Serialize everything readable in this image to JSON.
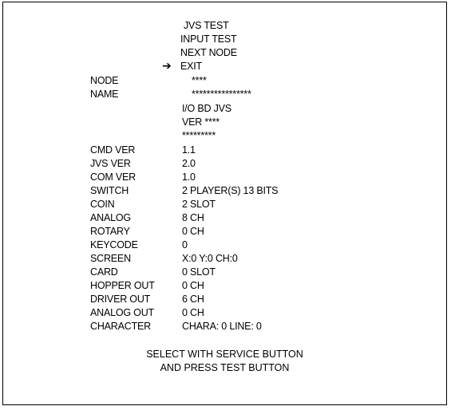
{
  "header": {
    "title": "JVS TEST"
  },
  "menu": {
    "items": [
      {
        "label": "INPUT TEST"
      },
      {
        "label": "NEXT NODE"
      },
      {
        "label": "EXIT"
      }
    ],
    "cursor_icon": "right-arrow-icon",
    "cursor_glyph": "➔"
  },
  "node_info": {
    "node_label": "NODE",
    "node_value": "****",
    "name_label": "NAME",
    "name_value": "****************",
    "name_line2": "I/O BD JVS",
    "name_line3": "VER ****",
    "name_line4": "*********"
  },
  "specs": [
    {
      "label": "CMD VER",
      "value": "1.1"
    },
    {
      "label": "JVS VER",
      "value": "2.0"
    },
    {
      "label": "COM VER",
      "value": "1.0"
    },
    {
      "label": "SWITCH",
      "value": "2 PLAYER(S) 13 BITS"
    },
    {
      "label": "COIN",
      "value": "2 SLOT"
    },
    {
      "label": "ANALOG",
      "value": "8 CH"
    },
    {
      "label": "ROTARY",
      "value": "0 CH"
    },
    {
      "label": "KEYCODE",
      "value": "0"
    },
    {
      "label": "SCREEN",
      "value": "X:0 Y:0 CH:0"
    },
    {
      "label": "CARD",
      "value": "0 SLOT"
    },
    {
      "label": "HOPPER OUT",
      "value": "0 CH"
    },
    {
      "label": "DRIVER OUT",
      "value": "6 CH"
    },
    {
      "label": "ANALOG OUT",
      "value": "0 CH"
    },
    {
      "label": "CHARACTER",
      "value": "CHARA: 0  LINE: 0"
    }
  ],
  "footer": {
    "line1": "SELECT WITH SERVICE BUTTON",
    "line2": "AND PRESS TEST BUTTON"
  }
}
